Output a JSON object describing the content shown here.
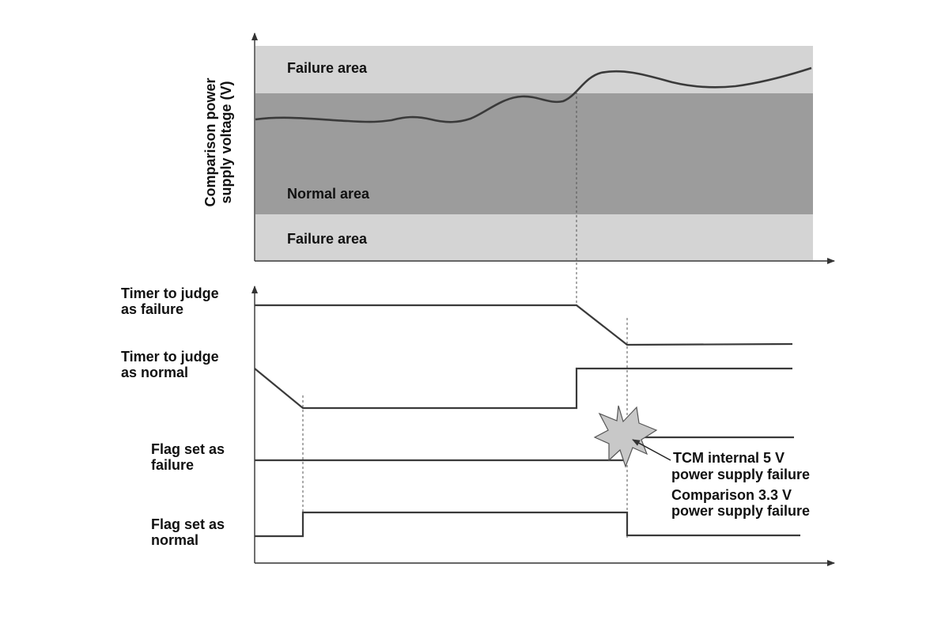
{
  "top_chart": {
    "ylabel_line1": "Comparison power",
    "ylabel_line2": "supply voltage (V)",
    "upper_area_label": "Failure area",
    "middle_area_label": "Normal area",
    "lower_area_label": "Failure area"
  },
  "signals": {
    "timer_failure": [
      "Timer to judge",
      "as failure"
    ],
    "timer_normal": [
      "Timer to judge",
      "as normal"
    ],
    "flag_failure": [
      "Flag set as",
      "failure"
    ],
    "flag_normal": [
      "Flag set as",
      "normal"
    ]
  },
  "annotations": {
    "tcm_line1": "TCM internal 5 V",
    "tcm_line2": "power supply failure",
    "cmp_line1": "Comparison 3.3 V",
    "cmp_line2": "power supply failure"
  },
  "colors": {
    "failure_area": "#d4d4d4",
    "normal_area": "#9c9c9c",
    "burst": "#c8c8c8"
  }
}
